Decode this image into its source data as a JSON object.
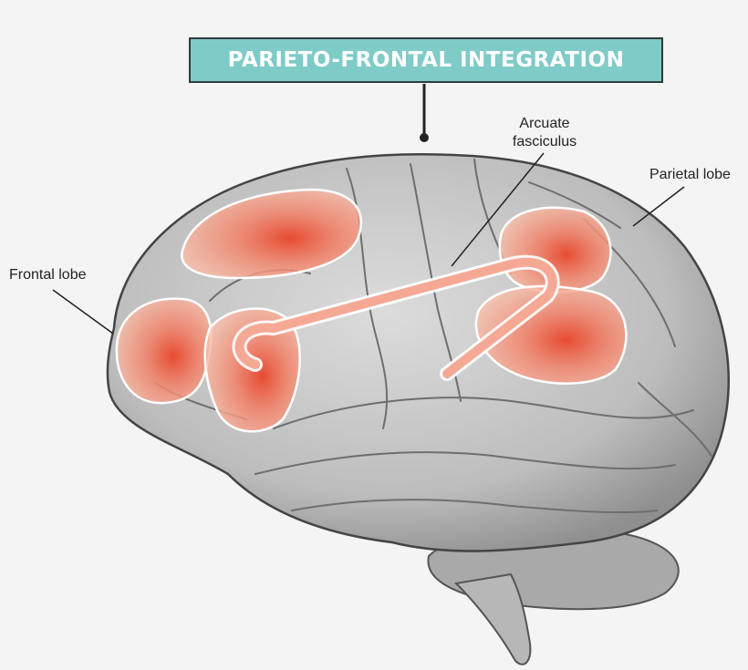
{
  "title": "PARIETO-FRONTAL INTEGRATION",
  "labels": {
    "frontal": "Frontal lobe",
    "parietal": "Parietal lobe",
    "arcuate_line1": "Arcuate",
    "arcuate_line2": "fasciculus"
  },
  "colors": {
    "background": "#f4f4f4",
    "title_fill": "#7fcbc7",
    "title_border": "#2f3b3b",
    "brain_fill": "#c9c9c9",
    "region_fill": "#f6a58a",
    "region_core": "#e8452a",
    "outline": "#ffffff"
  }
}
